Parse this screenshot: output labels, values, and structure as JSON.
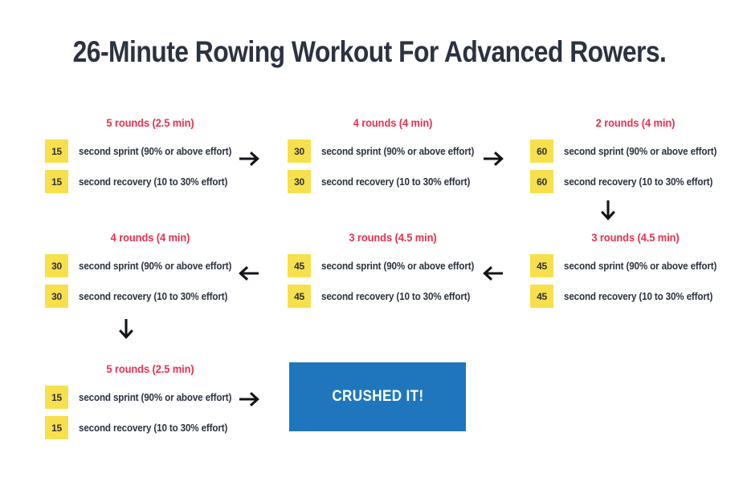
{
  "page": {
    "title": "26-Minute Rowing Workout For Advanced Rowers.",
    "background_color": "#ffffff",
    "accent_red": "#e8304c",
    "accent_yellow": "#f7e04b",
    "accent_blue": "#1f76bd",
    "text_dark": "#2b3240"
  },
  "blocks": [
    {
      "id": "block-1",
      "heading": "5 rounds (2.5 min)",
      "rounds": 5,
      "duration_min": 2.5,
      "intervals": [
        {
          "seconds": "15",
          "label": "second sprint (90% or above effort)"
        },
        {
          "seconds": "15",
          "label": "second recovery (10 to 30% effort)"
        }
      ]
    },
    {
      "id": "block-2",
      "heading": "4 rounds (4 min)",
      "rounds": 4,
      "duration_min": 4,
      "intervals": [
        {
          "seconds": "30",
          "label": "second sprint (90% or above effort)"
        },
        {
          "seconds": "30",
          "label": "second recovery (10 to 30% effort)"
        }
      ]
    },
    {
      "id": "block-3",
      "heading": "2 rounds (4 min)",
      "rounds": 2,
      "duration_min": 4,
      "intervals": [
        {
          "seconds": "60",
          "label": "second sprint (90% or above effort)"
        },
        {
          "seconds": "60",
          "label": "second recovery (10 to 30% effort)"
        }
      ]
    },
    {
      "id": "block-4",
      "heading": "3 rounds (4.5 min)",
      "rounds": 3,
      "duration_min": 4.5,
      "intervals": [
        {
          "seconds": "45",
          "label": "second sprint (90% or above effort)"
        },
        {
          "seconds": "45",
          "label": "second recovery (10 to 30% effort)"
        }
      ]
    },
    {
      "id": "block-5",
      "heading": "3 rounds (4.5 min)",
      "rounds": 3,
      "duration_min": 4.5,
      "intervals": [
        {
          "seconds": "45",
          "label": "second sprint (90% or above effort)"
        },
        {
          "seconds": "45",
          "label": "second recovery (10 to 30% effort)"
        }
      ]
    },
    {
      "id": "block-6",
      "heading": "4 rounds (4 min)",
      "rounds": 4,
      "duration_min": 4,
      "intervals": [
        {
          "seconds": "30",
          "label": "second sprint (90% or above effort)"
        },
        {
          "seconds": "30",
          "label": "second recovery (10 to 30% effort)"
        }
      ]
    },
    {
      "id": "block-7",
      "heading": "5 rounds (2.5 min)",
      "rounds": 5,
      "duration_min": 2.5,
      "intervals": [
        {
          "seconds": "15",
          "label": "second sprint (90% or above effort)"
        },
        {
          "seconds": "15",
          "label": "second recovery (10 to 30% effort)"
        }
      ]
    }
  ],
  "arrows": [
    {
      "id": "arrow-1",
      "direction": "right",
      "icon": "arrow-right-icon"
    },
    {
      "id": "arrow-2",
      "direction": "right",
      "icon": "arrow-right-icon"
    },
    {
      "id": "arrow-3",
      "direction": "down",
      "icon": "arrow-down-icon"
    },
    {
      "id": "arrow-4",
      "direction": "left",
      "icon": "arrow-left-icon"
    },
    {
      "id": "arrow-5",
      "direction": "left",
      "icon": "arrow-left-icon"
    },
    {
      "id": "arrow-6",
      "direction": "down",
      "icon": "arrow-down-icon"
    },
    {
      "id": "arrow-7",
      "direction": "right",
      "icon": "arrow-right-icon"
    }
  ],
  "finish": {
    "label": "CRUSHED IT!"
  }
}
